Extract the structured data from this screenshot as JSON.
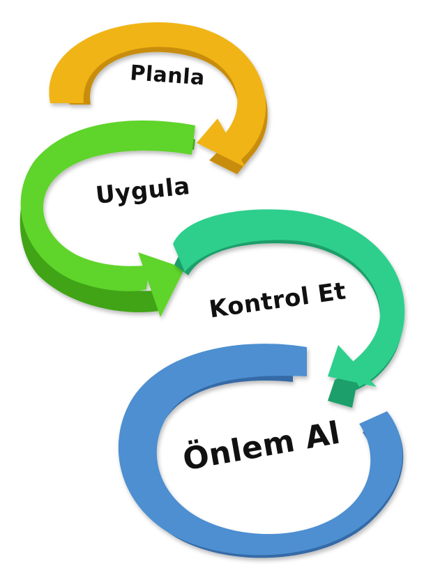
{
  "steps": [
    {
      "label": "Planla",
      "color": "#f0b417",
      "shade": "#c98d0c"
    },
    {
      "label": "Uygula",
      "color": "#5fd42b",
      "shade": "#3fa418"
    },
    {
      "label": "Kontrol Et",
      "color": "#2fcf8c",
      "shade": "#1f9f6a"
    },
    {
      "label": "Önlem Al",
      "color": "#4e8fd1",
      "shade": "#346aa6"
    }
  ]
}
